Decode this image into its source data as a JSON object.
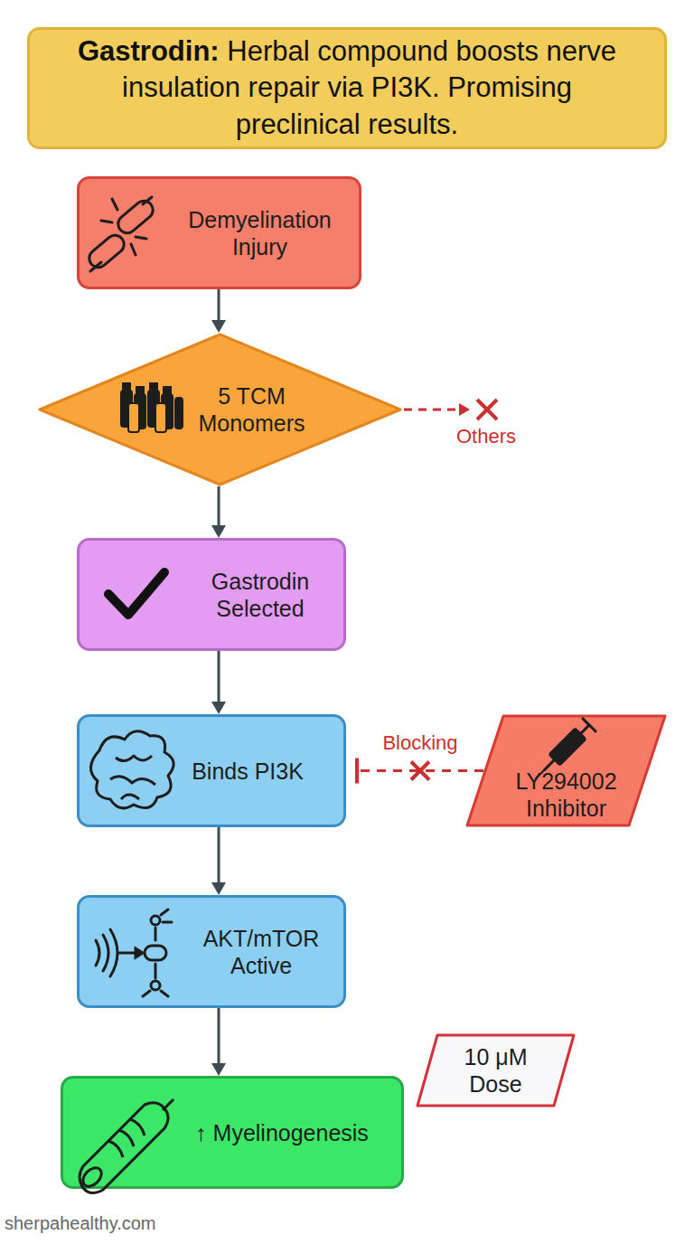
{
  "diagram": {
    "title": "Gastrodin: Herbal compound boosts nerve insulation repair via PI3K. Promising preclinical results.",
    "nodes": [
      {
        "text": [
          "Demyelination Injury"
        ]
      },
      {
        "text": [
          "5 TCM Monomers"
        ]
      },
      {
        "text": [
          "Gastrodin Selected"
        ]
      },
      {
        "text": [
          "Binds PI3K"
        ]
      },
      {
        "text": [
          "AKT/mTOR Active"
        ]
      },
      {
        "text": [
          "↑ Myelinogenesis"
        ]
      },
      {
        "text": [
          "LY294002 Inhibitor"
        ]
      },
      {
        "text": [
          "10 μM Dose"
        ]
      }
    ],
    "edges": [
      {
        "from": 0,
        "to": 1,
        "arrow": "to"
      },
      {
        "from": 1,
        "to": 2,
        "arrow": "to"
      },
      {
        "from": 2,
        "to": 3,
        "arrow": "to"
      },
      {
        "from": 3,
        "to": 4,
        "arrow": "to"
      },
      {
        "from": 4,
        "to": 5,
        "arrow": "to"
      },
      {
        "from": 6,
        "to": 3,
        "label": "Blocking",
        "arrow": "to"
      }
    ],
    "labels": [
      "Others",
      "sherpahealthy.com"
    ]
  }
}
